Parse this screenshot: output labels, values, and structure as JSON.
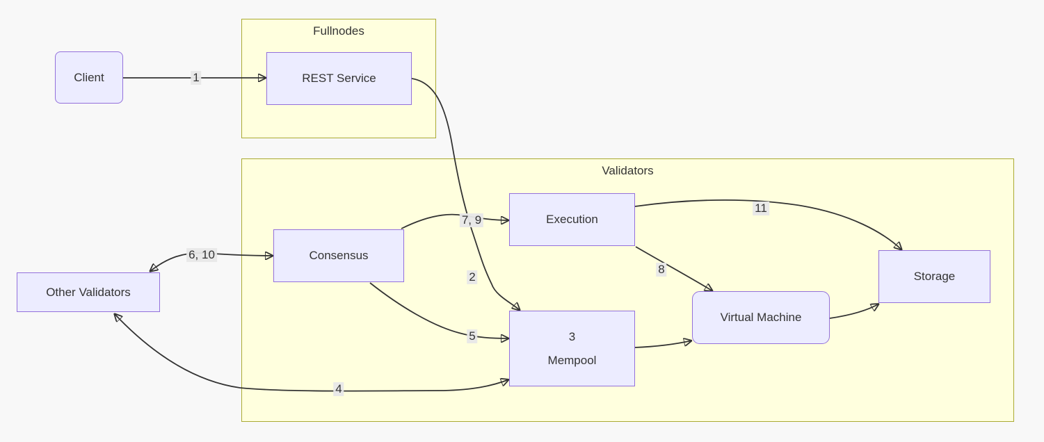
{
  "groups": {
    "fullnodes": {
      "label": "Fullnodes"
    },
    "validators": {
      "label": "Validators"
    }
  },
  "nodes": {
    "client": {
      "label": "Client"
    },
    "rest_service": {
      "label": "REST Service"
    },
    "consensus": {
      "label": "Consensus"
    },
    "execution": {
      "label": "Execution"
    },
    "mempool": {
      "line1": "3",
      "line2": "Mempool"
    },
    "virtual_machine": {
      "label": "Virtual Machine"
    },
    "storage": {
      "label": "Storage"
    },
    "other_validators": {
      "label": "Other Validators"
    }
  },
  "edge_labels": {
    "client_rest": "1",
    "rest_mempool": "2",
    "ov_mempool": "4",
    "consensus_mempool": "5",
    "ov_consensus": "6, 10",
    "consensus_execution": "7, 9",
    "execution_vm": "8",
    "execution_storage": "11"
  },
  "edges": [
    {
      "from": "Client",
      "to": "REST Service",
      "label": "1",
      "bidirectional": false
    },
    {
      "from": "REST Service",
      "to": "Mempool",
      "label": "2",
      "bidirectional": false
    },
    {
      "from": "Other Validators",
      "to": "Mempool",
      "label": "4",
      "bidirectional": true
    },
    {
      "from": "Consensus",
      "to": "Mempool",
      "label": "5",
      "bidirectional": false
    },
    {
      "from": "Other Validators",
      "to": "Consensus",
      "label": "6, 10",
      "bidirectional": true
    },
    {
      "from": "Consensus",
      "to": "Execution",
      "label": "7, 9",
      "bidirectional": false
    },
    {
      "from": "Execution",
      "to": "Virtual Machine",
      "label": "8",
      "bidirectional": false
    },
    {
      "from": "Execution",
      "to": "Storage",
      "label": "11",
      "bidirectional": false
    },
    {
      "from": "Mempool",
      "to": "Virtual Machine",
      "label": "",
      "bidirectional": false
    },
    {
      "from": "Virtual Machine",
      "to": "Storage",
      "label": "",
      "bidirectional": false
    }
  ],
  "colors": {
    "background": "#f8f8f8",
    "node_fill": "#ECECFF",
    "node_border": "#9370DB",
    "group_fill": "#ffffde",
    "group_border": "#aaaa33",
    "edge_stroke": "#333333",
    "edge_label_bg": "#e8e8e8",
    "text": "#333333"
  }
}
